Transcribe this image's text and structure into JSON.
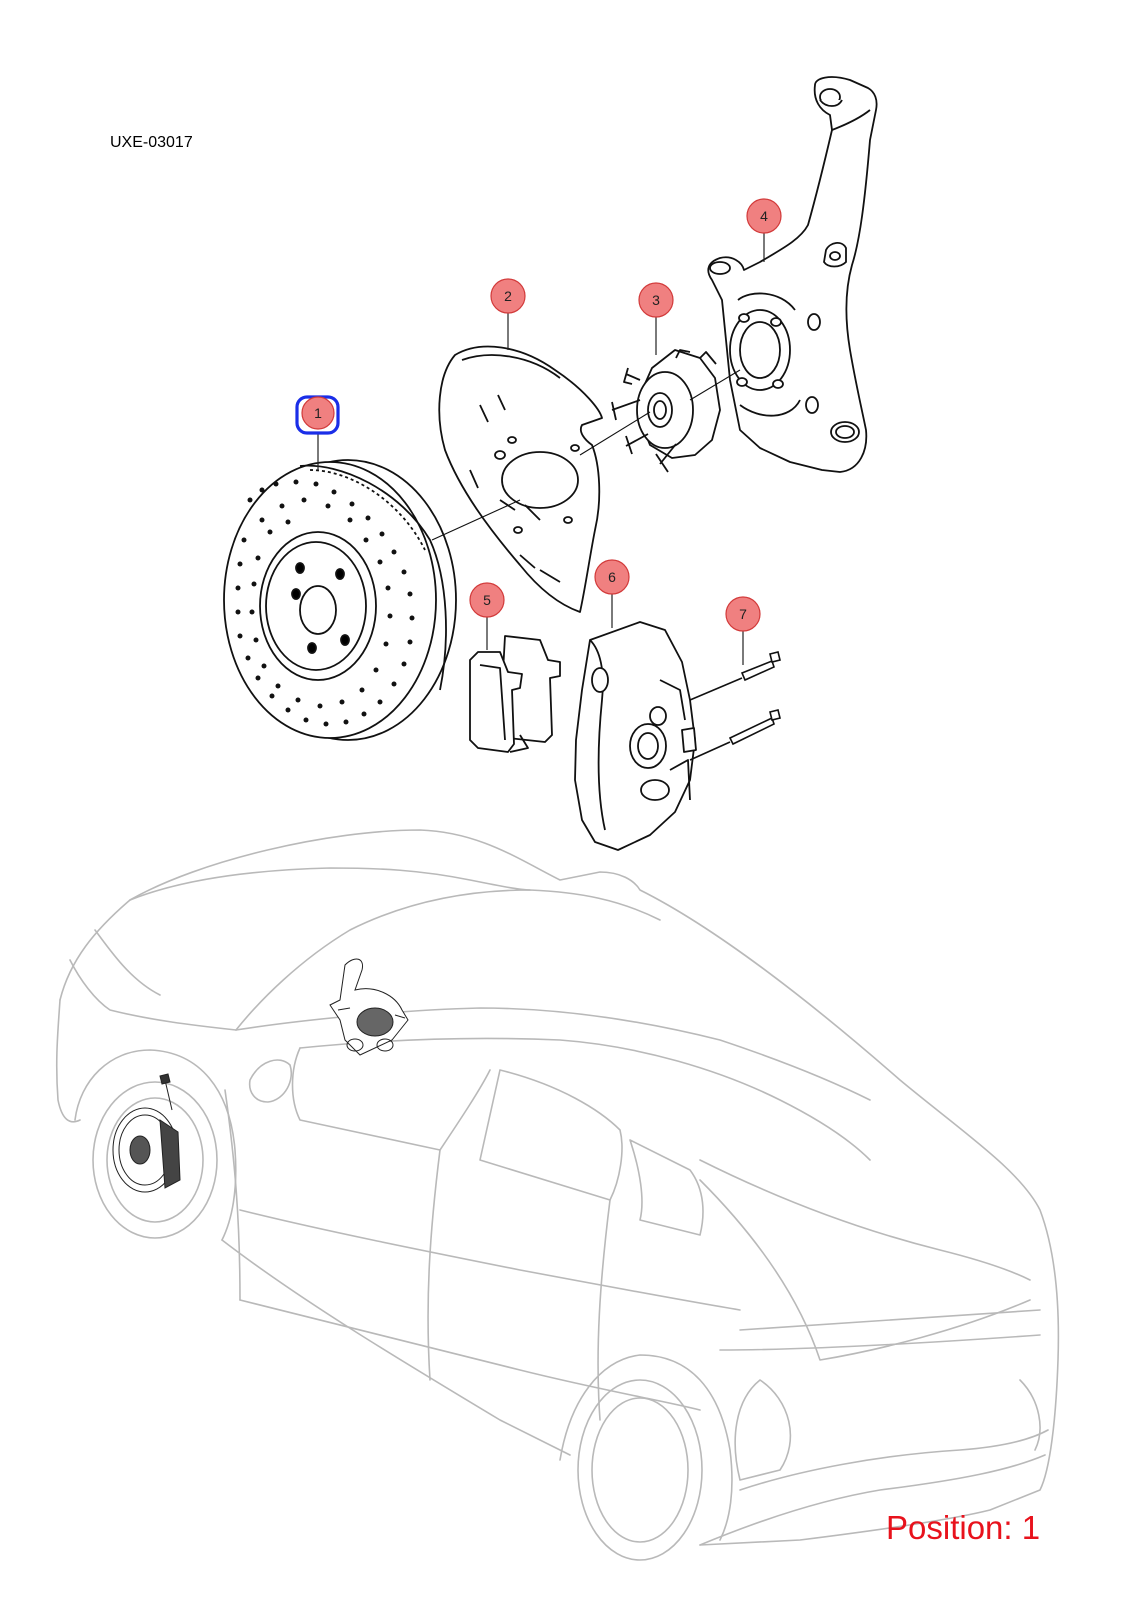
{
  "diagram_code": "UXE-03017",
  "position_label": "Position: 1",
  "selected_callout": "1",
  "callouts": [
    {
      "id": "1",
      "part": "brake-disc"
    },
    {
      "id": "2",
      "part": "brake-dust-shield"
    },
    {
      "id": "3",
      "part": "wheel-hub"
    },
    {
      "id": "4",
      "part": "steering-knuckle"
    },
    {
      "id": "5",
      "part": "brake-pads"
    },
    {
      "id": "6",
      "part": "brake-caliper"
    },
    {
      "id": "7",
      "part": "caliper-bolts"
    }
  ],
  "colors": {
    "callout_fill": "#f08080",
    "callout_stroke": "#d23a3a",
    "selected_outline": "#1a2ee8",
    "position_text": "#e8121c",
    "line_art": "#111111",
    "vehicle_outline": "#b9b9b9"
  }
}
